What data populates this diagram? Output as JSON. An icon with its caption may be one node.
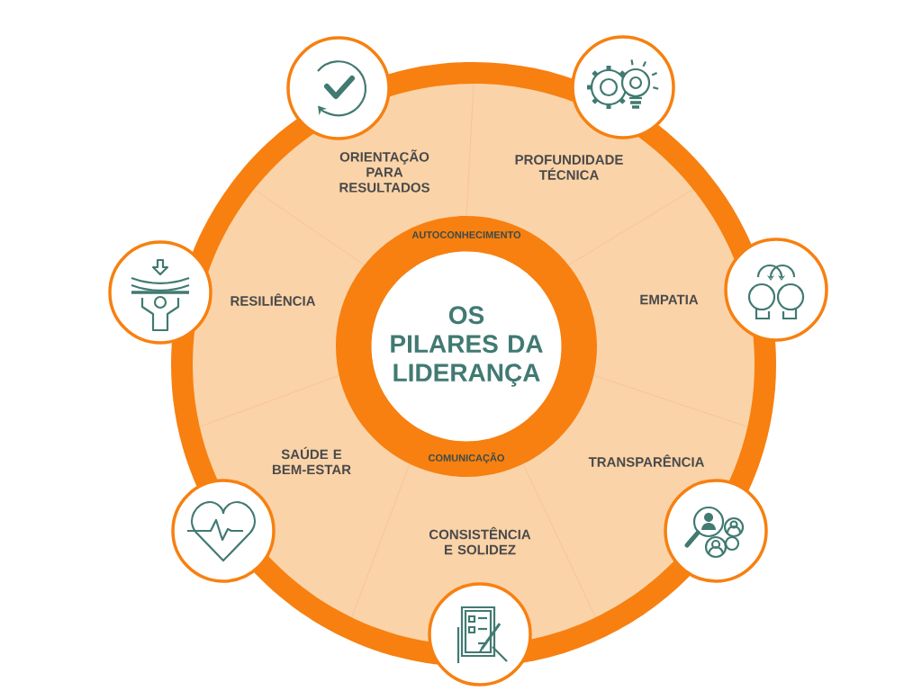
{
  "diagram": {
    "nodes": [
      {
        "text": [
          "AUTOCONHECIMENTO",
          "COMUNICAÇÃO"
        ]
      },
      {
        "text": [
          "OS PILARES DA LIDERANÇA"
        ],
        "in": 0
      },
      {
        "text": [
          "ORIENTAÇÃO PARA RESULTADOS"
        ]
      },
      {
        "text": [
          "PROFUNDIDADE TÉCNICA"
        ]
      },
      {
        "text": [
          "EMPATIA"
        ]
      },
      {
        "text": [
          "TRANSPARÊNCIA"
        ]
      },
      {
        "text": [
          "CONSISTÊNCIA E SOLIDEZ"
        ]
      },
      {
        "text": [
          "SAÚDE E BEM-ESTAR"
        ]
      },
      {
        "text": [
          "RESILIÊNCIA"
        ]
      }
    ]
  }
}
